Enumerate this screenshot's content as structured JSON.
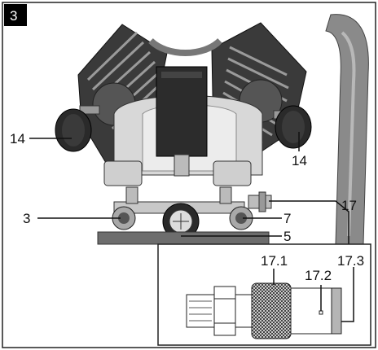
{
  "figure": {
    "number": "3",
    "callouts": {
      "handle_left": "14",
      "handle_right": "14",
      "outlet_left": "3",
      "pressure_gauge": "5",
      "outlet_right": "7",
      "hose_connector": "17"
    },
    "inset": {
      "part_a": "17.1",
      "part_b": "17.2",
      "part_c": "17.3"
    }
  }
}
